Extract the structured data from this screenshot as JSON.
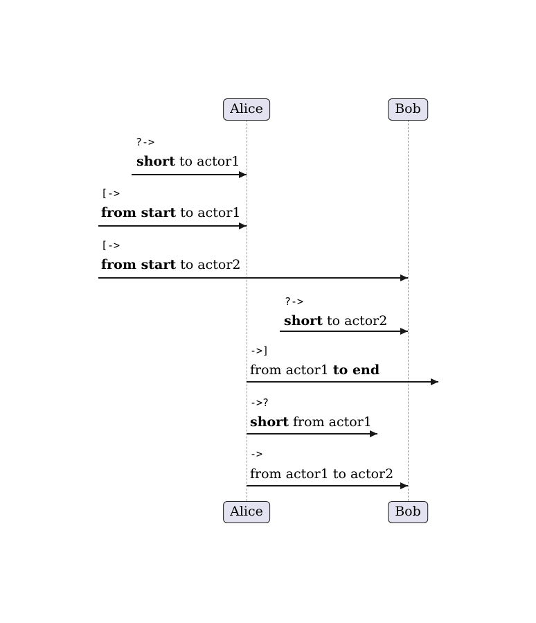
{
  "diagram": {
    "type": "sequence-diagram",
    "actors": [
      {
        "name": "Alice"
      },
      {
        "name": "Bob"
      }
    ],
    "messages": [
      {
        "syntax": "?->",
        "parts": [
          {
            "text": "short",
            "bold": true
          },
          {
            "text": " to actor1",
            "bold": false
          }
        ]
      },
      {
        "syntax": "[->",
        "parts": [
          {
            "text": "from start",
            "bold": true
          },
          {
            "text": " to actor1",
            "bold": false
          }
        ]
      },
      {
        "syntax": "[->",
        "parts": [
          {
            "text": "from start",
            "bold": true
          },
          {
            "text": " to actor2",
            "bold": false
          }
        ]
      },
      {
        "syntax": "?->",
        "parts": [
          {
            "text": "short",
            "bold": true
          },
          {
            "text": " to actor2",
            "bold": false
          }
        ]
      },
      {
        "syntax": "->]",
        "parts": [
          {
            "text": "from actor1 ",
            "bold": false
          },
          {
            "text": "to end",
            "bold": true
          }
        ]
      },
      {
        "syntax": "->?",
        "parts": [
          {
            "text": "short",
            "bold": true
          },
          {
            "text": " from actor1",
            "bold": false
          }
        ]
      },
      {
        "syntax": "->",
        "parts": [
          {
            "text": "from actor1 to actor2",
            "bold": false
          }
        ]
      }
    ],
    "colors": {
      "actor_fill": "#E2E2F0",
      "actor_border": "#181818",
      "lifeline": "#999999",
      "arrow": "#181818",
      "text": "#000000"
    }
  }
}
